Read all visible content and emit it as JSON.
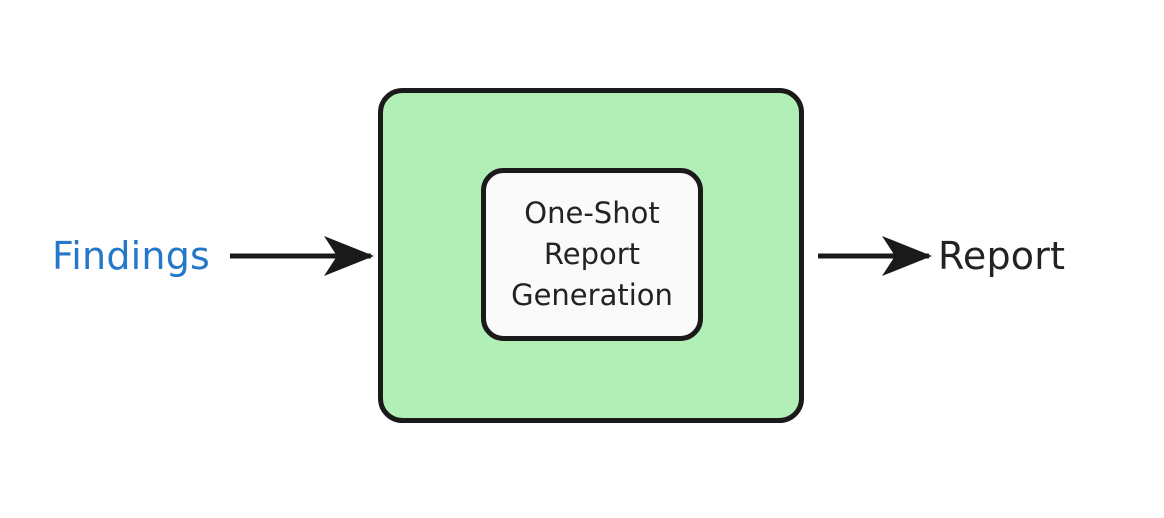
{
  "diagram": {
    "type": "flowchart",
    "direction": "left-to-right",
    "background_color": "#ffffff",
    "edges": [
      {
        "name": "input-edge",
        "label": "Findings",
        "label_color": "#2478c8",
        "arrow_color": "#1a1a1a",
        "from": "Findings",
        "to": "Report Generation Stage"
      },
      {
        "name": "output-edge",
        "label": "Report",
        "label_color": "#232323",
        "arrow_color": "#1a1a1a",
        "from": "Report Generation Stage",
        "to": "Report"
      }
    ],
    "outer_group": {
      "name": "report-generation-stage",
      "fill_color": "#b2efb6",
      "border_color": "#1a1a1a",
      "border_width": 5,
      "corner_radius": 22
    },
    "inner_node": {
      "name": "one-shot-report-generation-node",
      "fill_color": "#fafafa",
      "border_color": "#1a1a1a",
      "border_width": 5,
      "corner_radius": 20,
      "text_color": "#232323",
      "lines": [
        "One-Shot",
        "Report",
        "Generation"
      ]
    }
  }
}
